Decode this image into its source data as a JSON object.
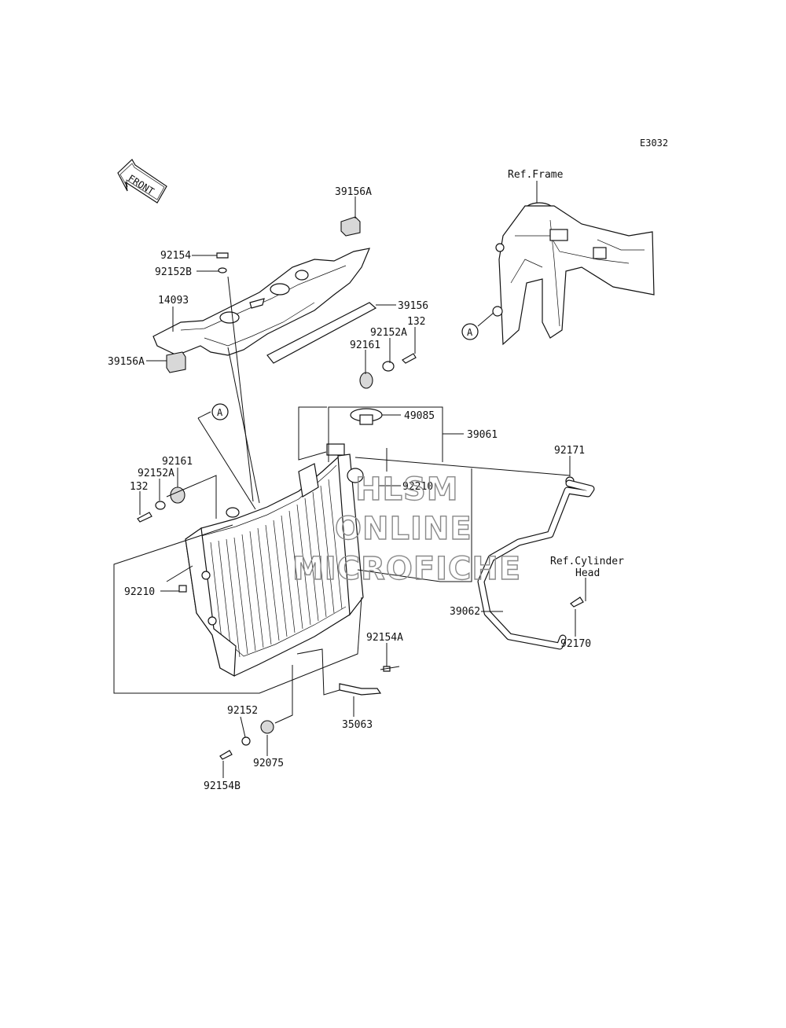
{
  "diagram_code": "E3032",
  "front_label": "FRONT",
  "ref_frame": "Ref.Frame",
  "ref_cylinder_head": [
    "Ref.Cylinder",
    "Head"
  ],
  "point_a": "A",
  "watermark": [
    "HLSM",
    "ONLINE",
    "MICROFICHE"
  ],
  "parts": {
    "p39156A_top": "39156A",
    "p92154": "92154",
    "p92152B": "92152B",
    "p14093": "14093",
    "p39156A_left": "39156A",
    "p39156": "39156",
    "p92152A_right": "92152A",
    "p132_right": "132",
    "p92161_right": "92161",
    "p49085": "49085",
    "p39061": "39061",
    "p92171": "92171",
    "p92161_left": "92161",
    "p92152A_left": "92152A",
    "p132_left": "132",
    "p92210_right": "92210",
    "p92210_left": "92210",
    "p39062": "39062",
    "p92170": "92170",
    "p92154A": "92154A",
    "p35063": "35063",
    "p92152": "92152",
    "p92075": "92075",
    "p92154B": "92154B"
  }
}
